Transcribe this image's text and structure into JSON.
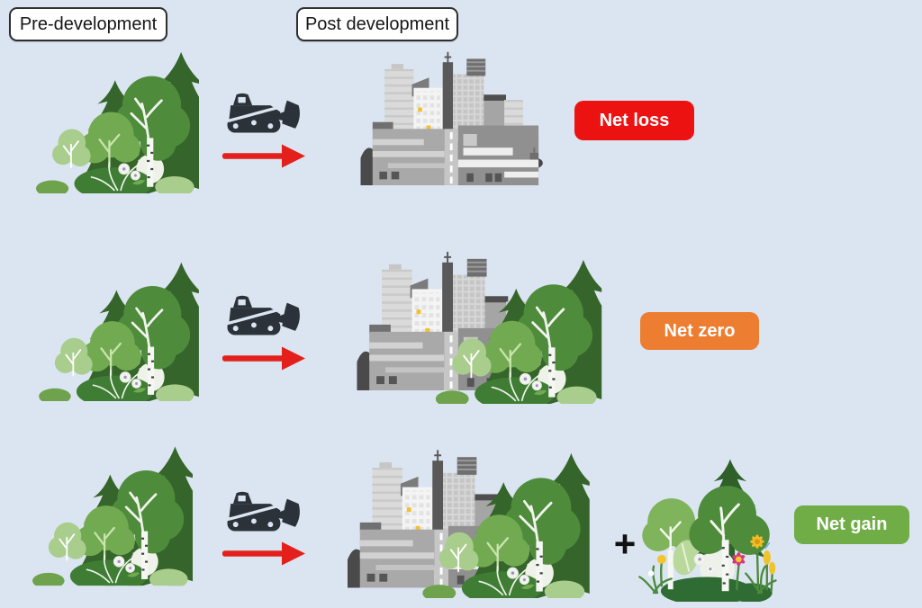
{
  "headers": {
    "pre": "Pre-development",
    "post": "Post development"
  },
  "rows": [
    {
      "outcome": {
        "label": "Net loss",
        "color": "#ec1212",
        "text_color": "#ffffff"
      }
    },
    {
      "outcome": {
        "label": "Net zero",
        "color": "#ed7d31",
        "text_color": "#ffffff"
      }
    },
    {
      "outcome": {
        "label": "Net gain",
        "color": "#70ad47",
        "text_color": "#ffffff"
      },
      "plus_sign": "+"
    }
  ],
  "colors": {
    "background": "#dbe5f1",
    "arrow_red": "#e3201b",
    "bulldozer_dark": "#2b323a",
    "forest_dark_green": "#35652a",
    "forest_mid_green": "#4e8c3c",
    "forest_light_green": "#a9cd8c",
    "city_grey": "#a9a9a9"
  },
  "icons": {
    "forest": "forest-trees-illustration",
    "bulldozer": "bulldozer-icon",
    "arrow": "red-right-arrow-icon",
    "city": "city-buildings-illustration",
    "meadow": "wildflower-meadow-illustration"
  }
}
